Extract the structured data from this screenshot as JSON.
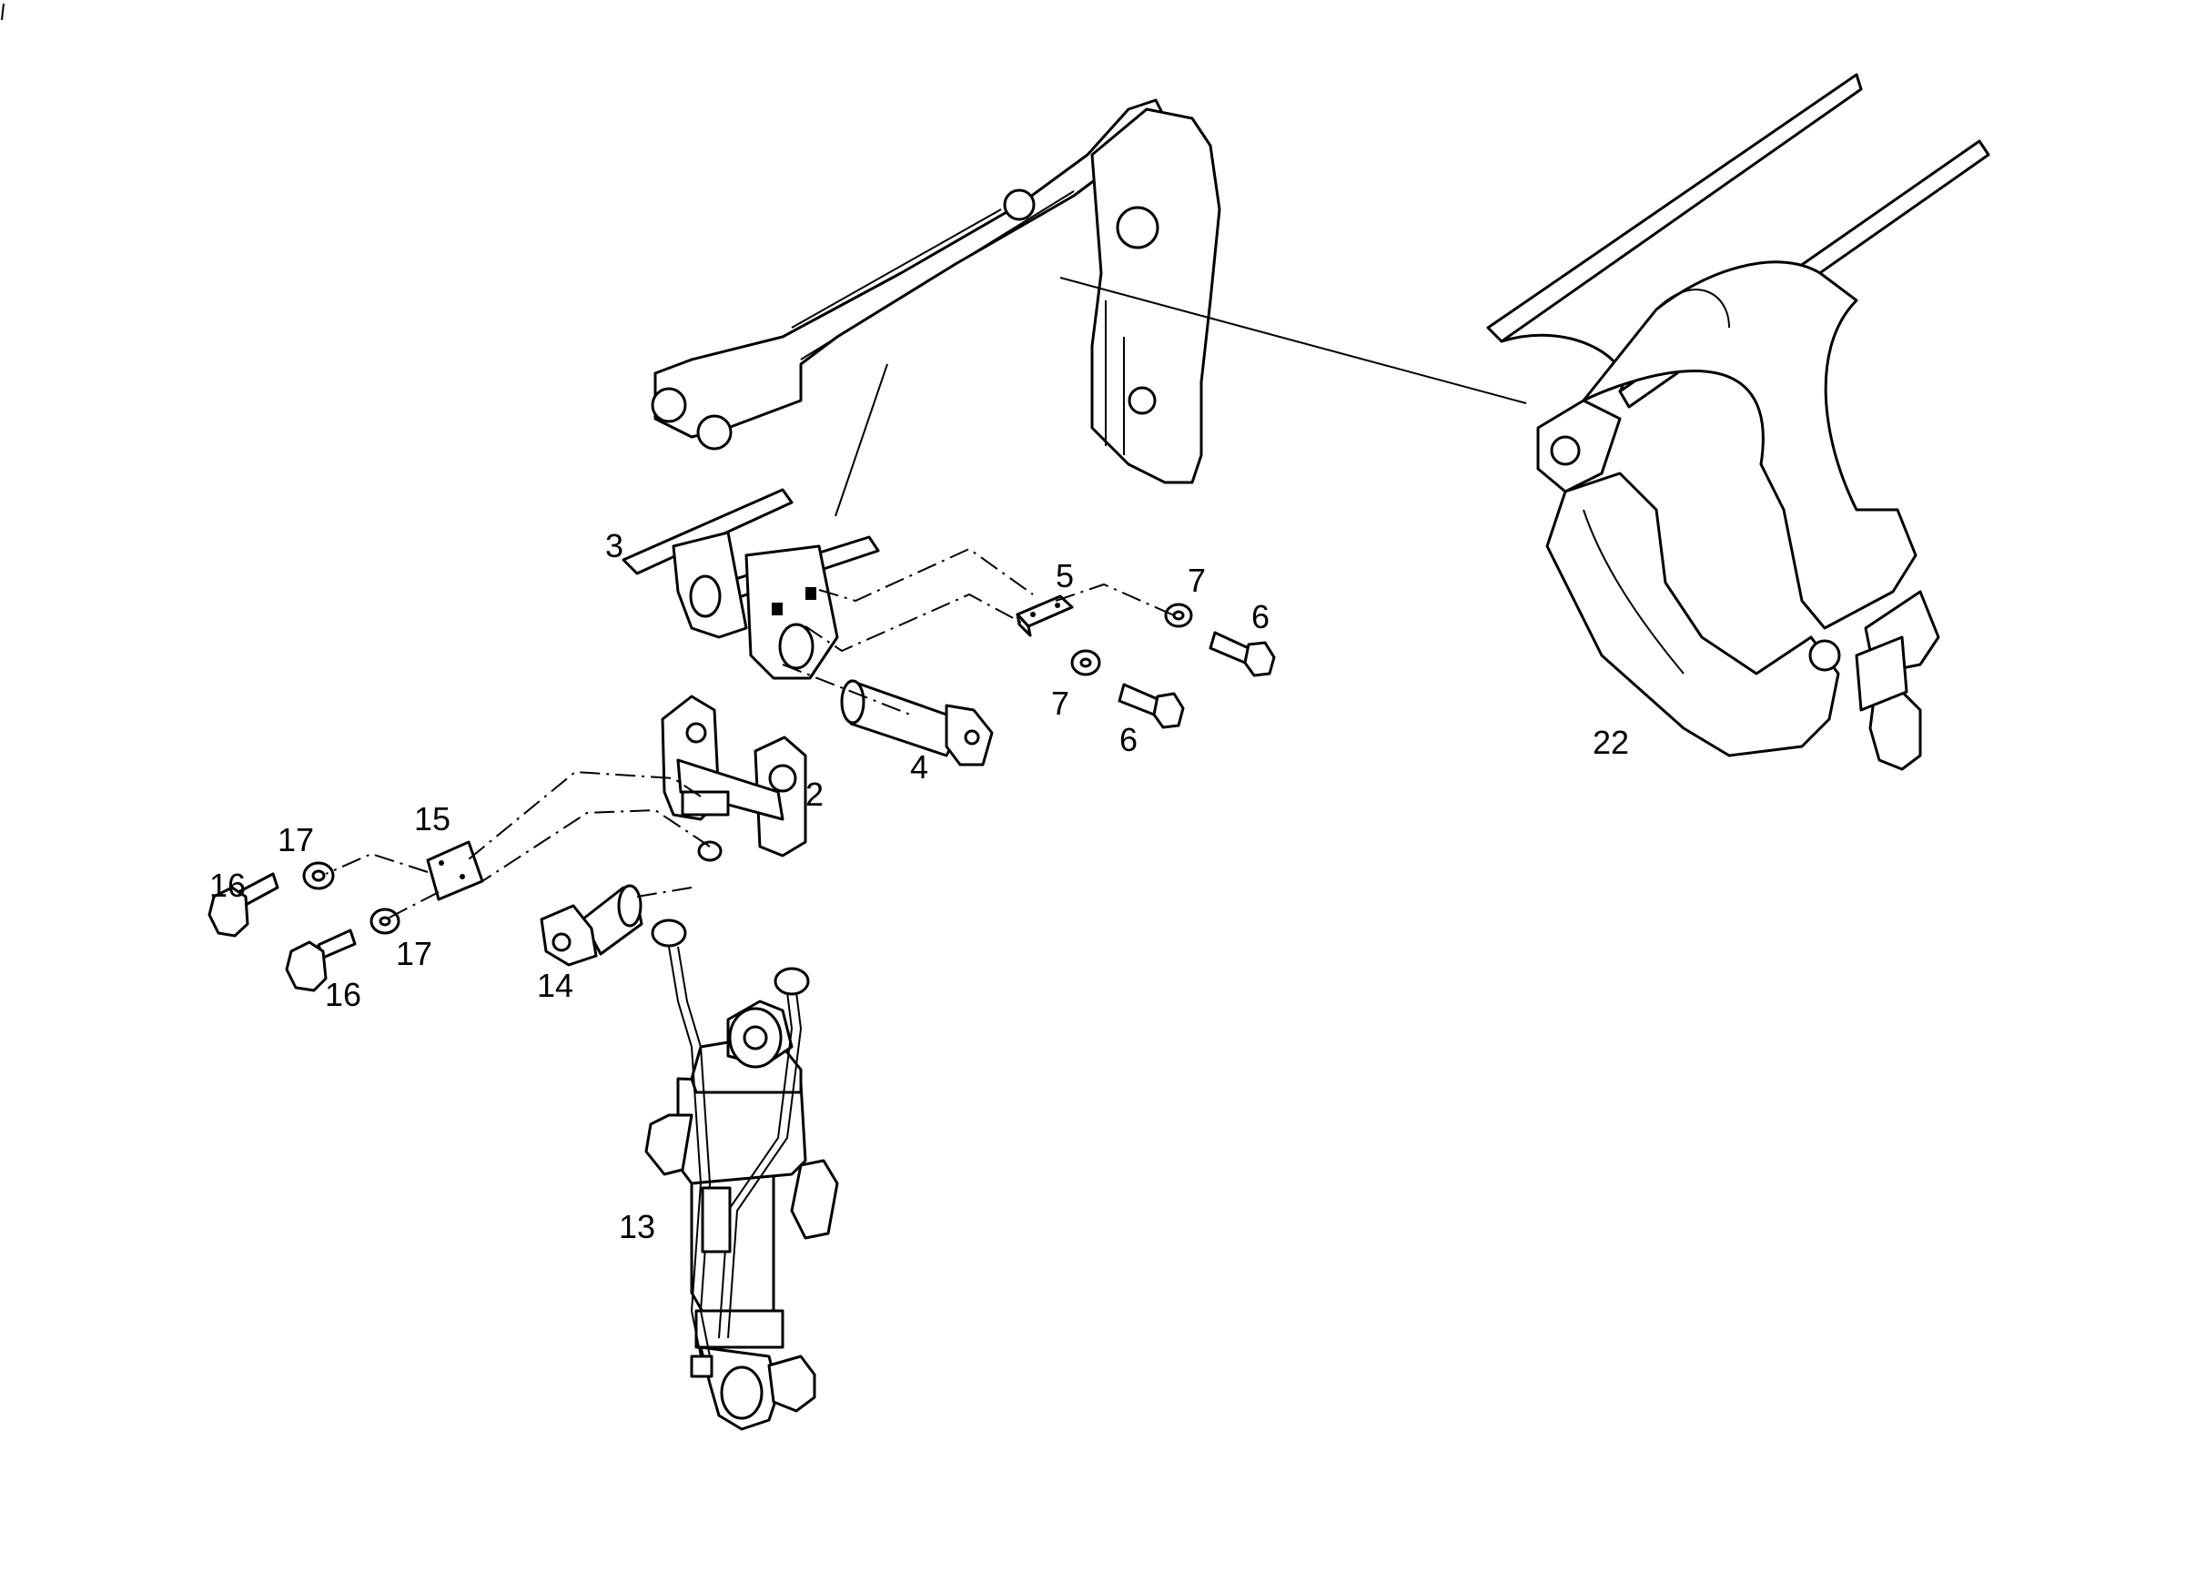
{
  "callouts": [
    {
      "id": "2",
      "label": "2"
    },
    {
      "id": "3",
      "label": "3"
    },
    {
      "id": "4",
      "label": "4"
    },
    {
      "id": "5",
      "label": "5"
    },
    {
      "id": "6a",
      "label": "6"
    },
    {
      "id": "6b",
      "label": "6"
    },
    {
      "id": "7a",
      "label": "7"
    },
    {
      "id": "7b",
      "label": "7"
    },
    {
      "id": "13",
      "label": "13"
    },
    {
      "id": "14",
      "label": "14"
    },
    {
      "id": "15",
      "label": "15"
    },
    {
      "id": "16a",
      "label": "16"
    },
    {
      "id": "16b",
      "label": "16"
    },
    {
      "id": "17a",
      "label": "17"
    },
    {
      "id": "17b",
      "label": "17"
    },
    {
      "id": "22",
      "label": "22"
    }
  ]
}
